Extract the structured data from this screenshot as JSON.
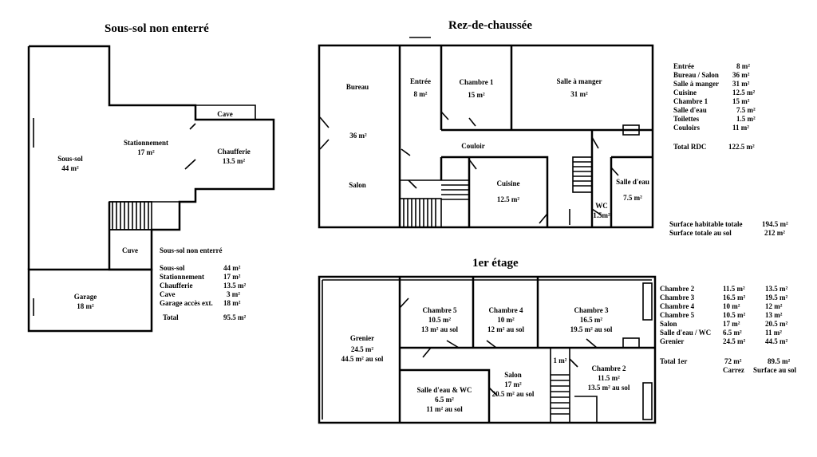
{
  "titles": {
    "basement": "Sous-sol non enterré",
    "ground": "Rez-de-chaussée",
    "first": "1er étage"
  },
  "basement": {
    "rooms": {
      "soussol": {
        "name": "Sous-sol",
        "area": "44 m²"
      },
      "stationnement": {
        "name": "Stationnement",
        "area": "17 m²"
      },
      "cave": {
        "name": "Cave"
      },
      "chaufferie": {
        "name": "Chaufferie",
        "area": "13.5 m²"
      },
      "cuve": {
        "name": "Cuve"
      },
      "garage": {
        "name": "Garage",
        "area": "18 m²"
      }
    },
    "summary_title": "Sous-sol non enterré",
    "summary": [
      {
        "label": "Sous-sol",
        "value": "44 m²"
      },
      {
        "label": "Stationnement",
        "value": "17 m²"
      },
      {
        "label": "Chaufferie",
        "value": "13.5 m²"
      },
      {
        "label": "Cave",
        "value": "3 m²"
      },
      {
        "label": "Garage accès ext.",
        "value": "18 m²"
      }
    ],
    "total": {
      "label": "Total",
      "value": "95.5 m²"
    }
  },
  "ground": {
    "rooms": {
      "bureau": {
        "name": "Bureau"
      },
      "salon": {
        "name": "Salon"
      },
      "bureau_area": "36 m²",
      "entree": {
        "name": "Entrée",
        "area": "8 m²"
      },
      "chambre1": {
        "name": "Chambre 1",
        "area": "15 m²"
      },
      "salle_manger": {
        "name": "Salle à manger",
        "area": "31 m²"
      },
      "couloir": {
        "name": "Couloir"
      },
      "cuisine": {
        "name": "Cuisine",
        "area": "12.5 m²"
      },
      "wc": {
        "name": "WC",
        "area": "1.5m²"
      },
      "salle_eau": {
        "name": "Salle d'eau",
        "area": "7.5 m²"
      }
    },
    "summary": [
      {
        "label": "Entrée",
        "value": "8 m²"
      },
      {
        "label": "Bureau / Salon",
        "value": "36 m²"
      },
      {
        "label": "Salle à manger",
        "value": "31 m²"
      },
      {
        "label": "Cuisine",
        "value": "12.5 m²"
      },
      {
        "label": "Chambre 1",
        "value": "15 m²"
      },
      {
        "label": "Salle d'eau",
        "value": "7.5 m²"
      },
      {
        "label": "Toilettes",
        "value": "1.5 m²"
      },
      {
        "label": "Couloirs",
        "value": "11 m²"
      }
    ],
    "total": {
      "label": "Total RDC",
      "value": "122.5 m²"
    },
    "surfaces": [
      {
        "label": "Surface habitable totale",
        "value": "194.5 m²"
      },
      {
        "label": "Surface totale au sol",
        "value": "212 m²"
      }
    ]
  },
  "first": {
    "rooms": {
      "grenier": {
        "name": "Grenier",
        "area": "24.5 m²",
        "floor": "44.5 m² au sol"
      },
      "chambre5": {
        "name": "Chambre 5",
        "area": "10.5 m²",
        "floor": "13 m² au sol"
      },
      "chambre4": {
        "name": "Chambre 4",
        "area": "10 m²",
        "floor": "12 m² au sol"
      },
      "chambre3": {
        "name": "Chambre 3",
        "area": "16.5 m²",
        "floor": "19.5 m² au sol"
      },
      "salle_eau_wc": {
        "name": "Salle d'eau & WC",
        "area": "6.5 m²",
        "floor": "11 m² au sol"
      },
      "salon": {
        "name": "Salon",
        "area": "17 m²",
        "floor": "20.5 m² au sol"
      },
      "stair": "1 m²",
      "chambre2": {
        "name": "Chambre 2",
        "area": "11.5 m²",
        "floor": "13.5 m² au sol"
      }
    },
    "summary": [
      {
        "label": "Chambre 2",
        "carrez": "11.5 m²",
        "sol": "13.5 m²"
      },
      {
        "label": "Chambre 3",
        "carrez": "16.5 m²",
        "sol": "19.5 m²"
      },
      {
        "label": "Chambre 4",
        "carrez": "10 m²",
        "sol": "12 m²"
      },
      {
        "label": "Chambre 5",
        "carrez": "10.5 m²",
        "sol": "13 m²"
      },
      {
        "label": "Salon",
        "carrez": "17 m²",
        "sol": "20.5 m²"
      },
      {
        "label": "Salle d'eau / WC",
        "carrez": "6.5 m²",
        "sol": "11 m²"
      },
      {
        "label": "Grenier",
        "carrez": "24.5 m²",
        "sol": "44.5 m²"
      }
    ],
    "total": {
      "label": "Total 1er",
      "carrez": "72 m²",
      "sol": "89.5 m²"
    },
    "columns": {
      "carrez": "Carrez",
      "sol": "Surface au sol"
    }
  }
}
